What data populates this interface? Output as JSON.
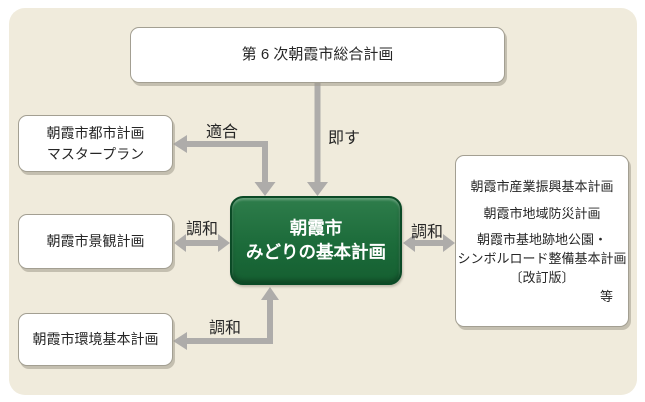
{
  "theme": {
    "panel_bg": "#f0ebdc",
    "arrow_color": "#aeacaa",
    "green_box_fill": "#1c6b3a",
    "green_box_border": "#0b4a26",
    "white_box_border": "#a39f92",
    "text_color": "#262626"
  },
  "diagram": {
    "top_box": {
      "label": "第 6 次朝霞市総合計画"
    },
    "center_box": {
      "line1": "朝霞市",
      "line2": "みどりの基本計画"
    },
    "left_boxes": [
      {
        "line1": "朝霞市都市計画",
        "line2": "マスタープラン"
      },
      {
        "line1": "朝霞市景観計画"
      },
      {
        "line1": "朝霞市環境基本計画"
      }
    ],
    "right_box": {
      "lines": [
        "朝霞市産業振興基本計画",
        "朝霞市地域防災計画",
        "朝霞市基地跡地公園・",
        "シンボルロード整備基本計画",
        "〔改訂版〕"
      ],
      "suffix": "等"
    },
    "edge_labels": {
      "conform": "適合",
      "follow": "即す",
      "harmony_left": "調和",
      "harmony_right": "調和",
      "harmony_bottom": "調和"
    }
  }
}
